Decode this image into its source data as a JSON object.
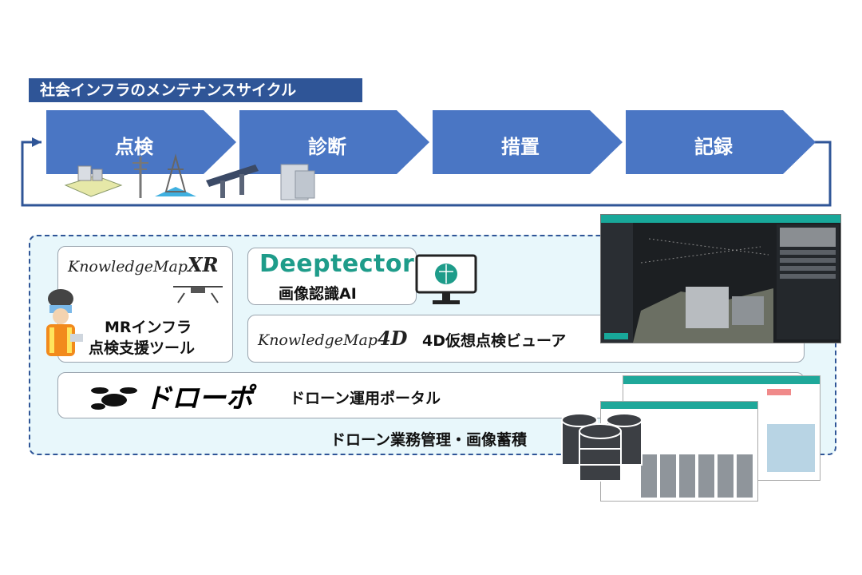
{
  "diagram": {
    "cycle_title": "社会インフラのメンテナンスサイクル",
    "stages": [
      {
        "label": "点検"
      },
      {
        "label": "診断"
      },
      {
        "label": "措置"
      },
      {
        "label": "記録"
      }
    ],
    "tools": {
      "knowledge_map_xr": {
        "logo": "KnowledgeMap",
        "logo_suffix": "XR",
        "caption_line1": "MRインフラ",
        "caption_line2": "点検支援ツール"
      },
      "deeptector": {
        "logo": "Deeptector",
        "caption": "画像認識AI"
      },
      "knowledge_map_4d": {
        "logo": "KnowledgeMap",
        "logo_suffix": "4D",
        "caption": "4D仮想点検ビューア"
      },
      "droneport": {
        "logo": "ドローポ",
        "caption": "ドローン運用ポータル"
      },
      "footer_caption": "ドローン業務管理・画像蓄積"
    },
    "colors": {
      "primary_blue": "#2f5597",
      "arrow_blue": "#4a76c4",
      "panel_bg": "#e8f7fb",
      "accent_green": "#1e9c8a"
    }
  }
}
